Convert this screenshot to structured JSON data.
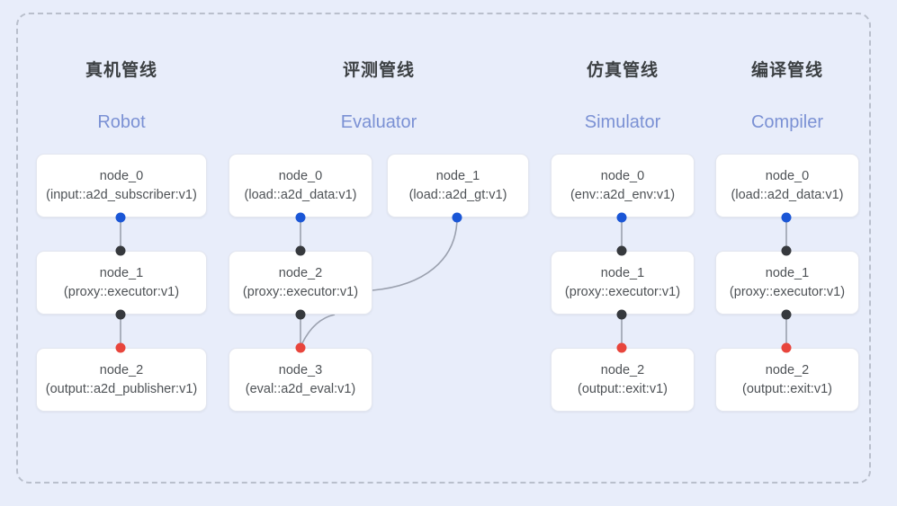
{
  "diagram": {
    "title_visible": false,
    "frame": {
      "style": "dashed",
      "color": "#b9bfcc"
    },
    "background_color": "#e8edfa",
    "port_colors": {
      "input": "#1a56d6",
      "internal": "#36393d",
      "output": "#e8453c"
    },
    "columns": [
      {
        "id": "robot",
        "title_cn": "真机管线",
        "title_en": "Robot",
        "nodes": [
          {
            "name": "node_0",
            "signature": "(input::a2d_subscriber:v1)"
          },
          {
            "name": "node_1",
            "signature": "(proxy::executor:v1)"
          },
          {
            "name": "node_2",
            "signature": "(output::a2d_publisher:v1)"
          }
        ]
      },
      {
        "id": "evaluator",
        "title_cn": "评测管线",
        "title_en": "Evaluator",
        "nodes": [
          {
            "name": "node_0",
            "signature": "(load::a2d_data:v1)"
          },
          {
            "name": "node_1",
            "signature": "(load::a2d_gt:v1)"
          },
          {
            "name": "node_2",
            "signature": "(proxy::executor:v1)"
          },
          {
            "name": "node_3",
            "signature": "(eval::a2d_eval:v1)"
          }
        ]
      },
      {
        "id": "simulator",
        "title_cn": "仿真管线",
        "title_en": "Simulator",
        "nodes": [
          {
            "name": "node_0",
            "signature": "(env::a2d_env:v1)"
          },
          {
            "name": "node_1",
            "signature": "(proxy::executor:v1)"
          },
          {
            "name": "node_2",
            "signature": "(output::exit:v1)"
          }
        ]
      },
      {
        "id": "compiler",
        "title_cn": "编译管线",
        "title_en": "Compiler",
        "nodes": [
          {
            "name": "node_0",
            "signature": "(load::a2d_data:v1)"
          },
          {
            "name": "node_1",
            "signature": "(proxy::executor:v1)"
          },
          {
            "name": "node_2",
            "signature": "(output::exit:v1)"
          }
        ]
      }
    ]
  }
}
